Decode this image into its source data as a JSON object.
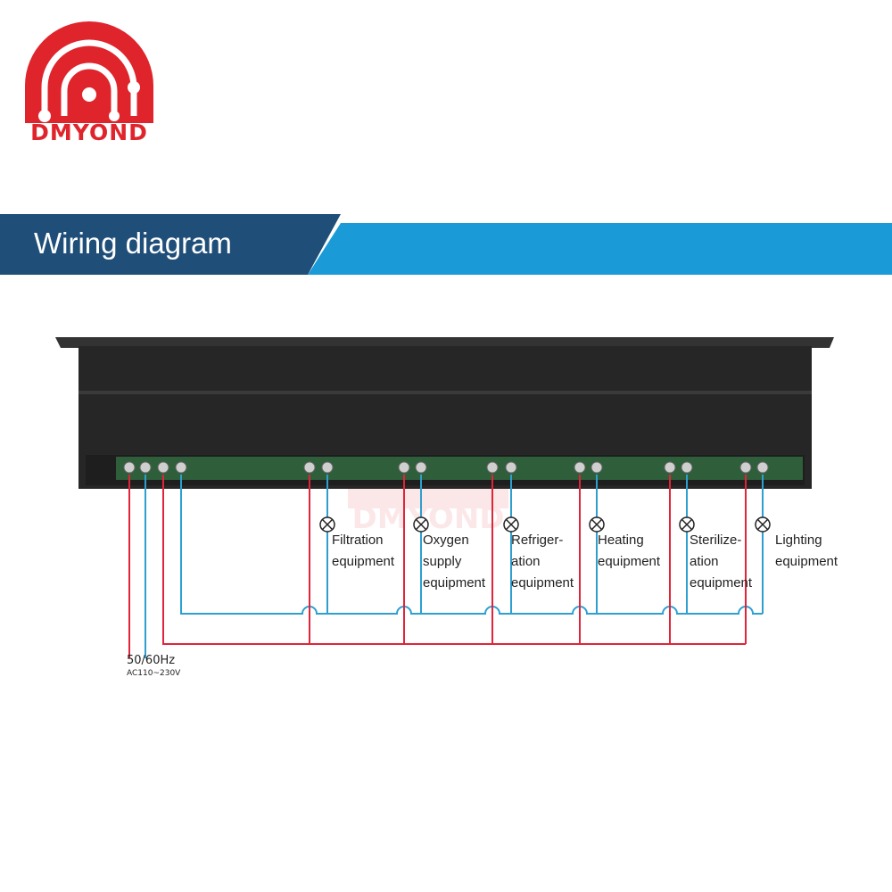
{
  "brand": {
    "name": "DMYOND",
    "colors": {
      "red": "#e0242c",
      "banner_blue": "#1a9ad6",
      "banner_dark": "#1f4e78"
    }
  },
  "banner": {
    "title": "Wiring diagram"
  },
  "diagram": {
    "supply": {
      "frequency": "50/60Hz",
      "voltage": "AC110~230V"
    },
    "wire_colors": {
      "live": "#e0243a",
      "neutral": "#2f9fd0"
    },
    "equipment": [
      {
        "label": "Filtration\nequipment"
      },
      {
        "label": "Oxygen\nsupply\nequipment"
      },
      {
        "label": "Refriger-\nation\nequipment"
      },
      {
        "label": "Heating\nequipment"
      },
      {
        "label": "Sterilize-\nation\nequipment"
      },
      {
        "label": "Lighting\nequipment"
      }
    ]
  }
}
